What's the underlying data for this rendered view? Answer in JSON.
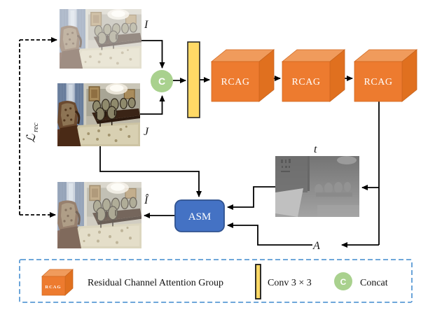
{
  "figure": {
    "io_labels": {
      "hazy_input": "I",
      "clear_reference": "J",
      "transmission_map": "t",
      "atmospheric_light": "A",
      "dehazed_output": "Î"
    },
    "loss": {
      "symbol": "ℒ",
      "subscript": "rec"
    },
    "blocks": {
      "rcag_1": "RCAG",
      "rcag_2": "RCAG",
      "rcag_3": "RCAG",
      "asm": "ASM",
      "concat": "C"
    }
  },
  "legend": {
    "rcag_cube_label": "RCAG",
    "rcag_description": "Residual Channel Attention Group",
    "conv_description": "Conv 3 × 3",
    "concat_circle_label": "C",
    "concat_description": "Concat"
  },
  "colors": {
    "rcag_front": "#ED7B2F",
    "rcag_top": "#F09B5C",
    "rcag_side": "#E0701F",
    "conv_bar": "#FFD966",
    "concat_circle": "#A9D18E",
    "asm_fill": "#4472C4",
    "asm_border": "#2F528F",
    "legend_border": "#5B9BD5",
    "line": "#000000"
  }
}
